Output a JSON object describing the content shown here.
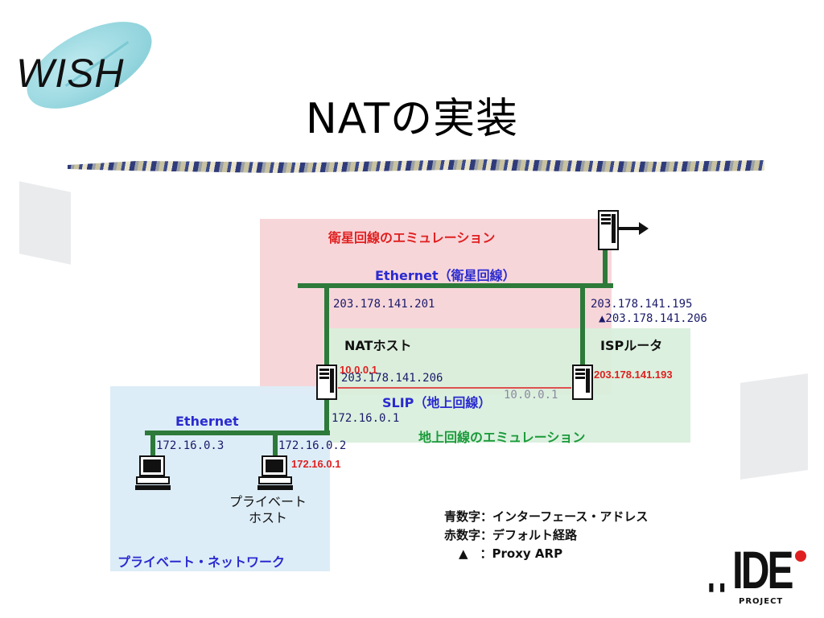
{
  "slide": {
    "title": "NATの実装",
    "logo_left": "WISH",
    "logo_right": "IDE",
    "logo_right_sub": "PROJECT"
  },
  "diagram": {
    "satellite_region": "衛星回線のエミュレーション",
    "satellite_ethernet": "Ethernet（衛星回線）",
    "ground_region": "地上回線のエミュレーション",
    "private_region": "プライベート・ネットワーク",
    "private_ethernet": "Ethernet",
    "slip_link": "SLIP（地上回線）",
    "nat_host": "NATホスト",
    "isp_router": "ISPルータ",
    "private_host": "プライベート\nホスト",
    "addr_nat_sat": "203.178.141.201",
    "addr_isp_sat": "203.178.141.195",
    "addr_isp_proxy": "▲203.178.141.206",
    "addr_nat_default": "10.0.0.1",
    "addr_nat_slip": "203.178.141.206",
    "addr_isp_default": "203.178.141.193",
    "addr_isp_slip": "10.0.0.1",
    "addr_nat_private": "172.16.0.1",
    "addr_host1": "172.16.0.3",
    "addr_host2": "172.16.0.2",
    "addr_host2_default": "172.16.0.1"
  },
  "legend": {
    "blue": "青数字：インターフェース・アドレス",
    "red": "赤数字：デフォルト経路",
    "triangle": "▲　：Proxy ARP"
  },
  "colors": {
    "satellite_bg": "#f7d6da",
    "ground_bg": "#d9efdc",
    "private_bg": "#dcecf7",
    "network_line": "#2d7a3a",
    "slip_line": "#e05050"
  }
}
